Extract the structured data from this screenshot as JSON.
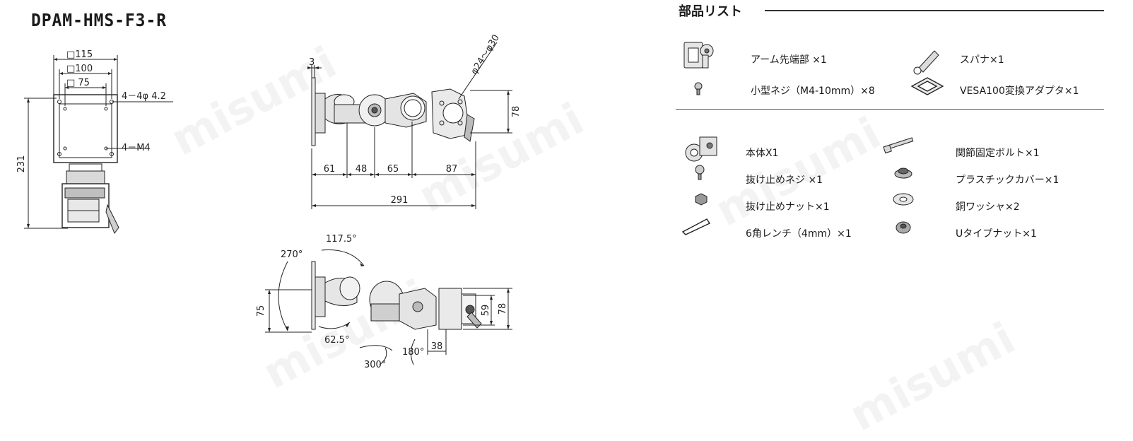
{
  "model": "DPAM-HMS-F3-R",
  "watermark": "misumi",
  "front_view": {
    "square_115": "□115",
    "square_100": "□100",
    "square_75": "□ 75",
    "holes": "4－4φ 4.2",
    "threads": "4－M4",
    "height_231": "231"
  },
  "side_view": {
    "plate_3": "3",
    "pole_dia": "φ24～φ30",
    "h78": "78",
    "seg_61": "61",
    "seg_48": "48",
    "seg_65": "65",
    "seg_87": "87",
    "total_291": "291"
  },
  "top_view": {
    "ang_117": "117.5°",
    "ang_270": "270°",
    "ang_62": "62.5°",
    "ang_300": "300°",
    "ang_180": "180°",
    "h75": "75",
    "h59": "59",
    "h78": "78",
    "w38": "38"
  },
  "parts_list": {
    "title": "部品リスト",
    "group1": [
      {
        "label": "アーム先端部 ×1",
        "icon": "arm-tip-icon"
      },
      {
        "label": "スパナ×1",
        "icon": "spanner-icon"
      },
      {
        "label": "小型ネジ（M4-10mm）×8",
        "icon": "small-screw-icon"
      },
      {
        "label": "VESA100変換アダプタ×1",
        "icon": "vesa-adapter-icon"
      }
    ],
    "group2": [
      {
        "label": "本体X1",
        "icon": "main-body-icon"
      },
      {
        "label": "関節固定ボルト×1",
        "icon": "joint-bolt-icon"
      },
      {
        "label": "抜け止めネジ ×1",
        "icon": "retaining-screw-icon"
      },
      {
        "label": "プラスチックカバー×1",
        "icon": "plastic-cover-icon"
      },
      {
        "label": "抜け止めナット×1",
        "icon": "retaining-nut-icon"
      },
      {
        "label": "銅ワッシャ×2",
        "icon": "copper-washer-icon"
      },
      {
        "label": "6角レンチ（4mm）×1",
        "icon": "hex-wrench-icon"
      },
      {
        "label": "Uタイプナット×1",
        "icon": "u-nut-icon"
      }
    ]
  }
}
